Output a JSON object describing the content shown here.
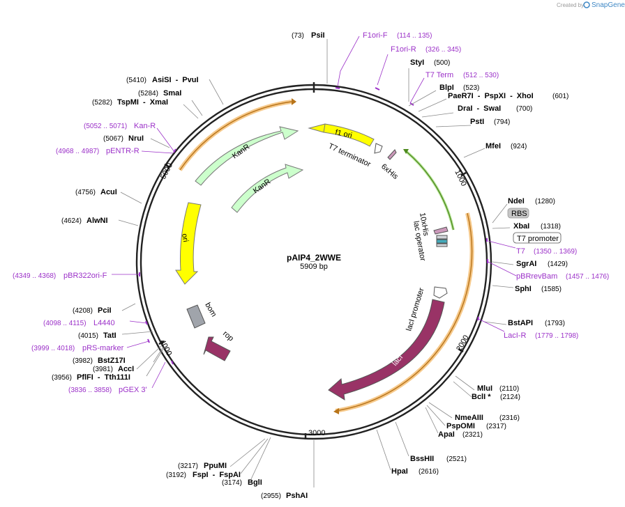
{
  "credit": {
    "prefix": "Created by",
    "brand": "SnapGene"
  },
  "plasmid": {
    "name": "pAIP4_2WWE",
    "length_label": "5909 bp",
    "length": 5909
  },
  "ticks": [
    "1000",
    "2000",
    "3000",
    "4000",
    "5000"
  ],
  "enzymes": [
    {
      "pos": "(73)",
      "name": "PsiI"
    },
    {
      "pos": "(500)",
      "name": "StyI"
    },
    {
      "pos": "(523)",
      "name": "BlpI"
    },
    {
      "pos": "(601)",
      "name": "PaeR7I - PspXI - XhoI"
    },
    {
      "pos": "(700)",
      "name": "DraI - SwaI"
    },
    {
      "pos": "(794)",
      "name": "PstI"
    },
    {
      "pos": "(924)",
      "name": "MfeI"
    },
    {
      "pos": "(1280)",
      "name": "NdeI"
    },
    {
      "pos": "(1318)",
      "name": "XbaI"
    },
    {
      "pos": "(1429)",
      "name": "SgrAI"
    },
    {
      "pos": "(1585)",
      "name": "SphI"
    },
    {
      "pos": "(1793)",
      "name": "BstAPI"
    },
    {
      "pos": "(2110)",
      "name": "MluI"
    },
    {
      "pos": "(2124)",
      "name": "BclI *"
    },
    {
      "pos": "(2316)",
      "name": "NmeAIII"
    },
    {
      "pos": "(2317)",
      "name": "PspOMI"
    },
    {
      "pos": "(2321)",
      "name": "ApaI"
    },
    {
      "pos": "(2521)",
      "name": "BssHII"
    },
    {
      "pos": "(2616)",
      "name": "HpaI"
    },
    {
      "pos": "(2955)",
      "name": "PshAI"
    },
    {
      "pos": "(3174)",
      "name": "BglI"
    },
    {
      "pos": "(3192)",
      "name": "FspI - FspAI"
    },
    {
      "pos": "(3217)",
      "name": "PpuMI"
    },
    {
      "pos": "(3956)",
      "name": "PflFI - Tth111I"
    },
    {
      "pos": "(3981)",
      "name": "AccI"
    },
    {
      "pos": "(3982)",
      "name": "BstZ17I"
    },
    {
      "pos": "(4015)",
      "name": "TatI"
    },
    {
      "pos": "(4208)",
      "name": "PciI"
    },
    {
      "pos": "(4624)",
      "name": "AlwNI"
    },
    {
      "pos": "(4756)",
      "name": "AcuI"
    },
    {
      "pos": "(5067)",
      "name": "NruI"
    },
    {
      "pos": "(5282)",
      "name": "TspMI - XmaI"
    },
    {
      "pos": "(5284)",
      "name": "SmaI"
    },
    {
      "pos": "(5410)",
      "name": "AsiSI - PvuI"
    }
  ],
  "primers": [
    {
      "name": "F1ori-F",
      "range": "(114 .. 135)"
    },
    {
      "name": "F1ori-R",
      "range": "(326 .. 345)"
    },
    {
      "name": "T7 Term",
      "range": "(512 .. 530)"
    },
    {
      "name": "T7",
      "range": "(1350 .. 1369)"
    },
    {
      "name": "pBRrevBam",
      "range": "(1457 .. 1476)"
    },
    {
      "name": "LacI-R",
      "range": "(1779 .. 1798)"
    },
    {
      "name": "pGEX 3'",
      "range": "(3836 .. 3858)"
    },
    {
      "name": "pRS-marker",
      "range": "(3999 .. 4018)"
    },
    {
      "name": "L4440",
      "range": "(4098 .. 4115)"
    },
    {
      "name": "pBR322ori-F",
      "range": "(4349 .. 4368)"
    },
    {
      "name": "pENTR-R",
      "range": "(4968 .. 4987)"
    },
    {
      "name": "Kan-R",
      "range": "(5052 .. 5071)"
    }
  ],
  "boxed_features": [
    {
      "name": "RBS"
    },
    {
      "name": "T7 promoter"
    }
  ],
  "features": [
    {
      "name": "f1 ori",
      "color": "#ffff00"
    },
    {
      "name": "KanR",
      "color": "#ccffcc"
    },
    {
      "name": "KanR",
      "color": "#ccffcc"
    },
    {
      "name": "ori",
      "color": "#ffff00"
    },
    {
      "name": "lacI",
      "color": "#993366"
    },
    {
      "name": "rop",
      "color": "#993366"
    },
    {
      "name": "bom",
      "color": "#a0a4ab"
    },
    {
      "name": "T7 terminator",
      "color": "#ffffff"
    },
    {
      "name": "6xHis",
      "color": "#cc99bb"
    },
    {
      "name": "10xHis",
      "color": "#cc99bb"
    },
    {
      "name": "lac operator",
      "color": "#44aabb"
    },
    {
      "name": "lacI promoter",
      "color": "#ffffff"
    }
  ],
  "colors": {
    "primer": "#9b30c8",
    "orange_arc": "#f2a33a",
    "green_arc": "#6aa82a",
    "backbone": "#222222"
  }
}
